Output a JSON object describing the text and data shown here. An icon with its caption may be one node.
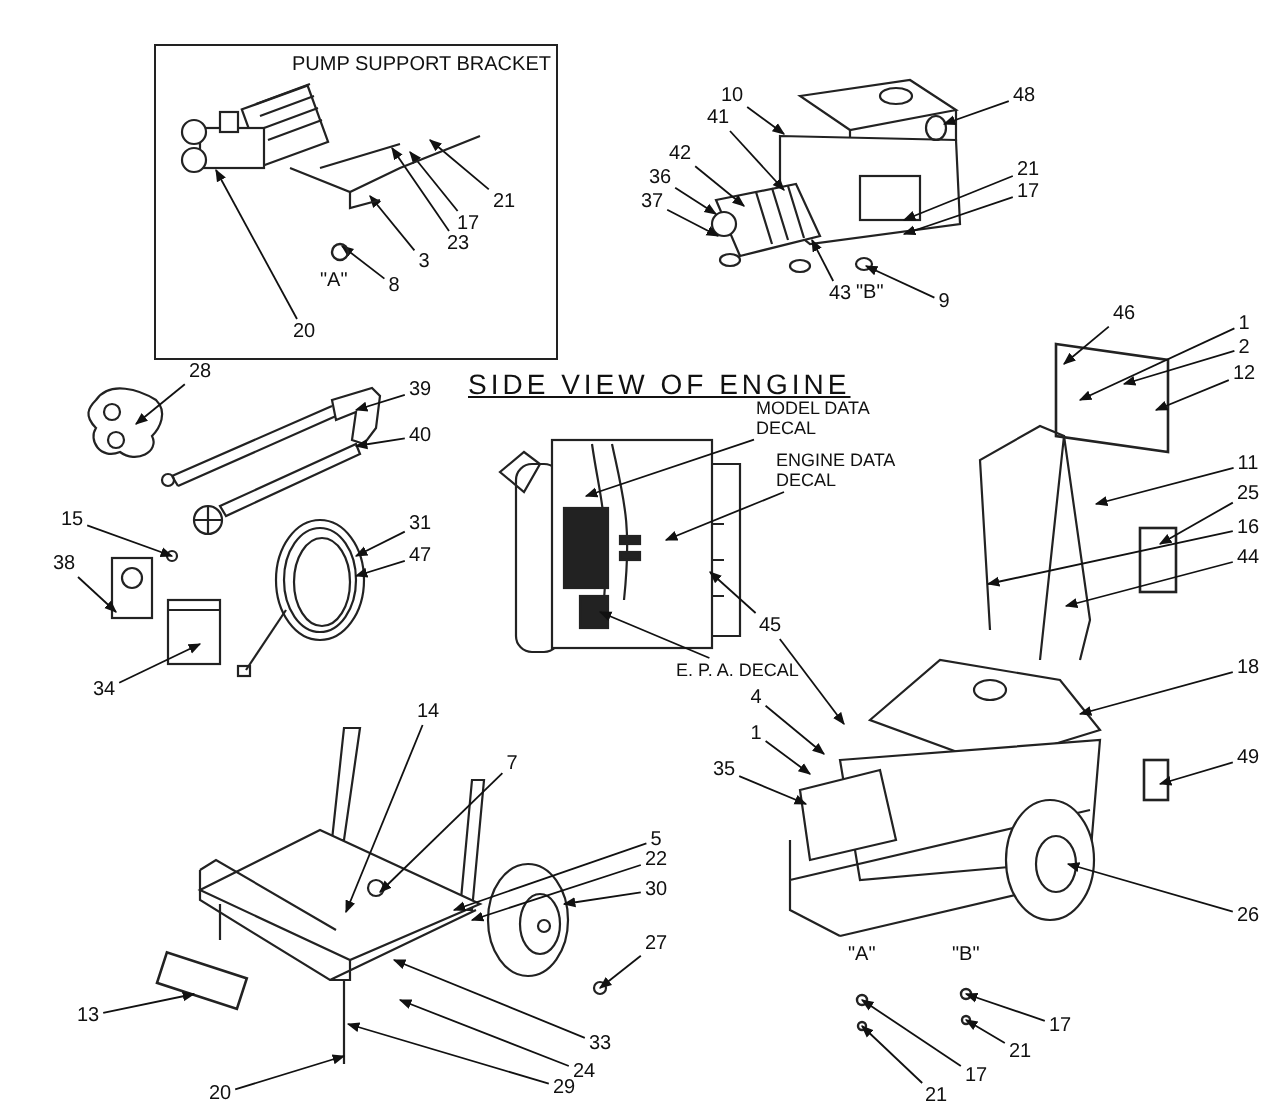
{
  "diagram": {
    "nodes": [
      {
        "text": [
          "PUMP SUPPORT BRACKET"
        ]
      },
      {
        "text": [
          "21"
        ],
        "in": 0
      },
      {
        "text": [
          "17"
        ],
        "in": 0
      },
      {
        "text": [
          "23"
        ],
        "in": 0
      },
      {
        "text": [
          "3"
        ],
        "in": 0
      },
      {
        "text": [
          "8"
        ],
        "in": 0
      },
      {
        "text": [
          "20"
        ],
        "in": 0
      },
      {
        "text": [
          "10"
        ]
      },
      {
        "text": [
          "41"
        ]
      },
      {
        "text": [
          "42"
        ]
      },
      {
        "text": [
          "36"
        ]
      },
      {
        "text": [
          "37"
        ]
      },
      {
        "text": [
          "48"
        ]
      },
      {
        "text": [
          "21"
        ]
      },
      {
        "text": [
          "17"
        ]
      },
      {
        "text": [
          "43"
        ]
      },
      {
        "text": [
          "9"
        ]
      },
      {
        "text": [
          "28"
        ]
      },
      {
        "text": [
          "39"
        ]
      },
      {
        "text": [
          "40"
        ]
      },
      {
        "text": [
          "15"
        ]
      },
      {
        "text": [
          "31"
        ]
      },
      {
        "text": [
          "47"
        ]
      },
      {
        "text": [
          "38"
        ]
      },
      {
        "text": [
          "34"
        ]
      },
      {
        "text": [
          "MODEL DATA DECAL"
        ]
      },
      {
        "text": [
          "ENGINE DATA DECAL"
        ]
      },
      {
        "text": [
          "E. P. A. DECAL"
        ]
      },
      {
        "text": [
          "45"
        ]
      },
      {
        "text": [
          "46"
        ]
      },
      {
        "text": [
          "1"
        ]
      },
      {
        "text": [
          "2"
        ]
      },
      {
        "text": [
          "12"
        ]
      },
      {
        "text": [
          "11"
        ]
      },
      {
        "text": [
          "25"
        ]
      },
      {
        "text": [
          "16"
        ]
      },
      {
        "text": [
          "44"
        ]
      },
      {
        "text": [
          "18"
        ]
      },
      {
        "text": [
          "4"
        ]
      },
      {
        "text": [
          "1"
        ]
      },
      {
        "text": [
          "35"
        ]
      },
      {
        "text": [
          "49"
        ]
      },
      {
        "text": [
          "26"
        ]
      },
      {
        "text": [
          "14"
        ]
      },
      {
        "text": [
          "7"
        ]
      },
      {
        "text": [
          "5"
        ]
      },
      {
        "text": [
          "22"
        ]
      },
      {
        "text": [
          "30"
        ]
      },
      {
        "text": [
          "27"
        ]
      },
      {
        "text": [
          "13"
        ]
      },
      {
        "text": [
          "33"
        ]
      },
      {
        "text": [
          "24"
        ]
      },
      {
        "text": [
          "20"
        ]
      },
      {
        "text": [
          "29"
        ]
      },
      {
        "text": [
          "17"
        ]
      },
      {
        "text": [
          "21"
        ]
      },
      {
        "text": [
          "17"
        ]
      },
      {
        "text": [
          "21"
        ]
      },
      {
        "text": [],
        "shape": "picture",
        "in": 0
      },
      {
        "text": [],
        "shape": "picture",
        "in": 0
      },
      {
        "text": [],
        "shape": "picture"
      },
      {
        "text": [],
        "shape": "picture"
      },
      {
        "text": [],
        "shape": "picture"
      },
      {
        "text": [],
        "shape": "picture"
      },
      {
        "text": [],
        "shape": "picture"
      },
      {
        "text": [],
        "shape": "picture"
      },
      {
        "text": [],
        "shape": "picture"
      },
      {
        "text": [],
        "shape": "picture"
      },
      {
        "text": [],
        "shape": "picture"
      },
      {
        "text": [],
        "shape": "box"
      },
      {
        "text": [],
        "shape": "picture"
      },
      {
        "text": [],
        "shape": "box"
      },
      {
        "text": [],
        "shape": "box"
      },
      {
        "text": [],
        "shape": "picture"
      },
      {
        "text": [],
        "shape": "picture"
      },
      {
        "text": [],
        "shape": "box"
      },
      {
        "text": [],
        "shape": "circle",
        "in": 0
      },
      {
        "text": [],
        "shape": "circle"
      },
      {
        "text": [],
        "shape": "circle"
      },
      {
        "text": [],
        "shape": "circle"
      },
      {
        "text": [],
        "shape": "circle"
      }
    ],
    "edges": [
      {
        "from": 1,
        "to": 59,
        "arrow": "to"
      },
      {
        "from": 2,
        "to": 59,
        "arrow": "to"
      },
      {
        "from": 3,
        "to": 59,
        "arrow": "to"
      },
      {
        "from": 4,
        "to": 59,
        "arrow": "to"
      },
      {
        "from": 5,
        "to": 76,
        "arrow": "to"
      },
      {
        "from": 6,
        "to": 58,
        "arrow": "to"
      },
      {
        "from": 7,
        "to": 60,
        "arrow": "to"
      },
      {
        "from": 8,
        "to": 60,
        "arrow": "to"
      },
      {
        "from": 9,
        "to": 61,
        "arrow": "to"
      },
      {
        "from": 10,
        "to": 61,
        "arrow": "to"
      },
      {
        "from": 11,
        "to": 61,
        "arrow": "to"
      },
      {
        "from": 12,
        "to": 60,
        "arrow": "to"
      },
      {
        "from": 13,
        "to": 60,
        "arrow": "to"
      },
      {
        "from": 14,
        "to": 60,
        "arrow": "to"
      },
      {
        "from": 15,
        "to": 61,
        "arrow": "to"
      },
      {
        "from": 16,
        "to": 60,
        "arrow": "to"
      },
      {
        "from": 17,
        "to": 62,
        "arrow": "to"
      },
      {
        "from": 18,
        "to": 63,
        "arrow": "to"
      },
      {
        "from": 19,
        "to": 64,
        "arrow": "to"
      },
      {
        "from": 20,
        "to": 64,
        "arrow": "to"
      },
      {
        "from": 21,
        "to": 65,
        "arrow": "to"
      },
      {
        "from": 22,
        "to": 65,
        "arrow": "to"
      },
      {
        "from": 23,
        "to": 66,
        "arrow": "to"
      },
      {
        "from": 24,
        "to": 67,
        "arrow": "to"
      },
      {
        "from": 25,
        "to": 68,
        "arrow": "to"
      },
      {
        "from": 26,
        "to": 68,
        "arrow": "to"
      },
      {
        "from": 27,
        "to": 68,
        "arrow": "to"
      },
      {
        "from": 28,
        "to": 68,
        "arrow": "to"
      },
      {
        "from": 28,
        "to": 70,
        "arrow": "to"
      },
      {
        "from": 29,
        "to": 69,
        "arrow": "to"
      },
      {
        "from": 30,
        "to": 69,
        "arrow": "to"
      },
      {
        "from": 31,
        "to": 69,
        "arrow": "to"
      },
      {
        "from": 32,
        "to": 69,
        "arrow": "to"
      },
      {
        "from": 33,
        "to": 70,
        "arrow": "to"
      },
      {
        "from": 34,
        "to": 71,
        "arrow": "to"
      },
      {
        "from": 35,
        "to": 70,
        "arrow": "to"
      },
      {
        "from": 36,
        "to": 70,
        "arrow": "to"
      },
      {
        "from": 37,
        "to": 70,
        "arrow": "to"
      },
      {
        "from": 38,
        "to": 70,
        "arrow": "to"
      },
      {
        "from": 39,
        "to": 70,
        "arrow": "to"
      },
      {
        "from": 40,
        "to": 70,
        "arrow": "to"
      },
      {
        "from": 41,
        "to": 72,
        "arrow": "to"
      },
      {
        "from": 42,
        "to": 70,
        "arrow": "to"
      },
      {
        "from": 43,
        "to": 73,
        "arrow": "to"
      },
      {
        "from": 44,
        "to": 73,
        "arrow": "to"
      },
      {
        "from": 45,
        "to": 73,
        "arrow": "to"
      },
      {
        "from": 46,
        "to": 73,
        "arrow": "to"
      },
      {
        "from": 47,
        "to": 74,
        "arrow": "to"
      },
      {
        "from": 48,
        "to": 74,
        "arrow": "to"
      },
      {
        "from": 49,
        "to": 75,
        "arrow": "to"
      },
      {
        "from": 50,
        "to": 73,
        "arrow": "to"
      },
      {
        "from": 51,
        "to": 73,
        "arrow": "to"
      },
      {
        "from": 52,
        "to": 73,
        "arrow": "to"
      },
      {
        "from": 53,
        "to": 73,
        "arrow": "to"
      },
      {
        "from": 54,
        "to": 77,
        "arrow": "to"
      },
      {
        "from": 55,
        "to": 78,
        "arrow": "to"
      },
      {
        "from": 56,
        "to": 79,
        "arrow": "to"
      },
      {
        "from": 57,
        "to": 80,
        "arrow": "to"
      }
    ],
    "labels": [
      "SIDE VIEW OF ENGINE",
      "\"A\"",
      "\"B\"",
      "\"A\"",
      "\"B\""
    ]
  }
}
